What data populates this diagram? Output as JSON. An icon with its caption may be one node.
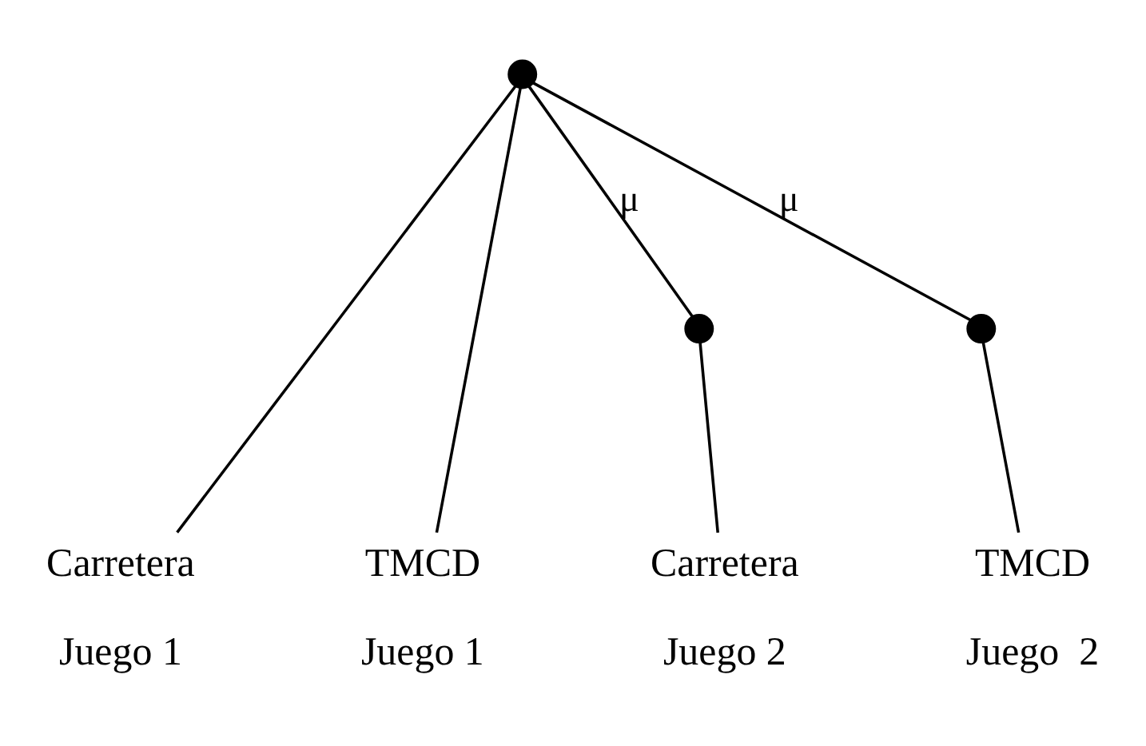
{
  "diagram": {
    "nodes": [
      {
        "text": [],
        "shape": "circle"
      },
      {
        "text": [],
        "shape": "circle"
      },
      {
        "text": [],
        "shape": "circle"
      },
      {
        "text": [
          "Carretera",
          "Juego 1"
        ]
      },
      {
        "text": [
          "TMCD",
          "Juego 1"
        ]
      },
      {
        "text": [
          "Carretera",
          "Juego 2"
        ]
      },
      {
        "text": [
          "TMCD",
          "Juego  2"
        ]
      }
    ],
    "edges": [
      {
        "from": 0,
        "to": 3,
        "arrow": "none"
      },
      {
        "from": 0,
        "to": 4,
        "arrow": "none"
      },
      {
        "from": 0,
        "to": 1,
        "arrow": "none",
        "label": "μ"
      },
      {
        "from": 0,
        "to": 2,
        "arrow": "none",
        "label": "μ"
      },
      {
        "from": 1,
        "to": 5,
        "arrow": "none"
      },
      {
        "from": 2,
        "to": 6,
        "arrow": "none"
      }
    ]
  }
}
